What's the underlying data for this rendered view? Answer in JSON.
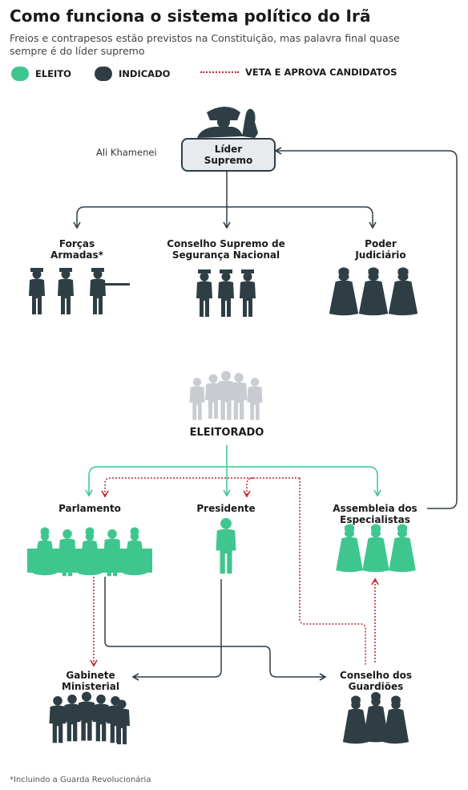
{
  "title": "Como funciona o sistema político do Irã",
  "subtitle": "Freios e contrapesos estão previstos na Constituição, mas palavra final quase sempre é do líder supremo",
  "legend": {
    "elected": "ELEITO",
    "appointed": "INDICADO",
    "veto": "VETA E APROVA CANDIDATOS"
  },
  "colors": {
    "elected": "#3fc68f",
    "appointed": "#2f3e45",
    "veto": "#c0262d",
    "electorate": "#c9cdd1"
  },
  "nodes": {
    "leader_name": "Ali Khamenei",
    "leader": "Líder\nSupremo",
    "armed_forces": "Forças\nArmadas*",
    "security_council": "Conselho Supremo de\nSegurança Nacional",
    "judiciary": "Poder\nJudiciário",
    "electorate": "ELEITORADO",
    "parliament": "Parlamento",
    "president": "Presidente",
    "assembly": "Assembleia dos\nEspecialistas",
    "cabinet": "Gabinete\nMinisterial",
    "guardians": "Conselho dos\nGuardiões"
  },
  "footnote": "*Incluindo a Guarda Revolucionária"
}
